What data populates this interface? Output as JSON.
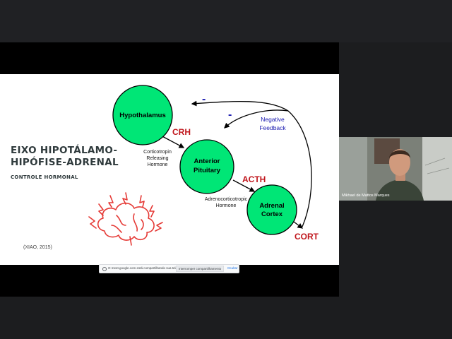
{
  "slide": {
    "title_line1": "EIXO HIPOTÁLAMO-",
    "title_line2": "HIPÓFISE-ADRENAL",
    "subtitle": "CONTROLE HORMONAL",
    "citation": "(XIAO, 2015)",
    "diagram": {
      "nodes": {
        "hypothalamus": "Hypothalamus",
        "anterior_line1": "Anterior",
        "anterior_line2": "Pituitary",
        "adrenal_line1": "Adrenal",
        "adrenal_line2": "Cortex"
      },
      "hormones": {
        "crh": "CRH",
        "acth": "ACTH",
        "cort": "CORT"
      },
      "labels": {
        "crh_line1": "Corticotropin",
        "crh_line2": "Releasing",
        "crh_line3": "Hormone",
        "acth_line1": "Adrenocorticotropic",
        "acth_line2": "Hormone",
        "feedback_line1": "Negative",
        "feedback_line2": "Feedback",
        "minus1": "-",
        "minus2": "-"
      },
      "node_color": "#00e676",
      "hormone_color": "#c0161c",
      "feedback_color": "#1a1ab0"
    }
  },
  "share_bar": {
    "message": "O meet.google.com está compartilhando sua tela.",
    "stop_label": "Interromper compartilhamento",
    "hide_label": "Ocultar"
  },
  "participant": {
    "name": "Mikhael de Mattos Marques"
  }
}
